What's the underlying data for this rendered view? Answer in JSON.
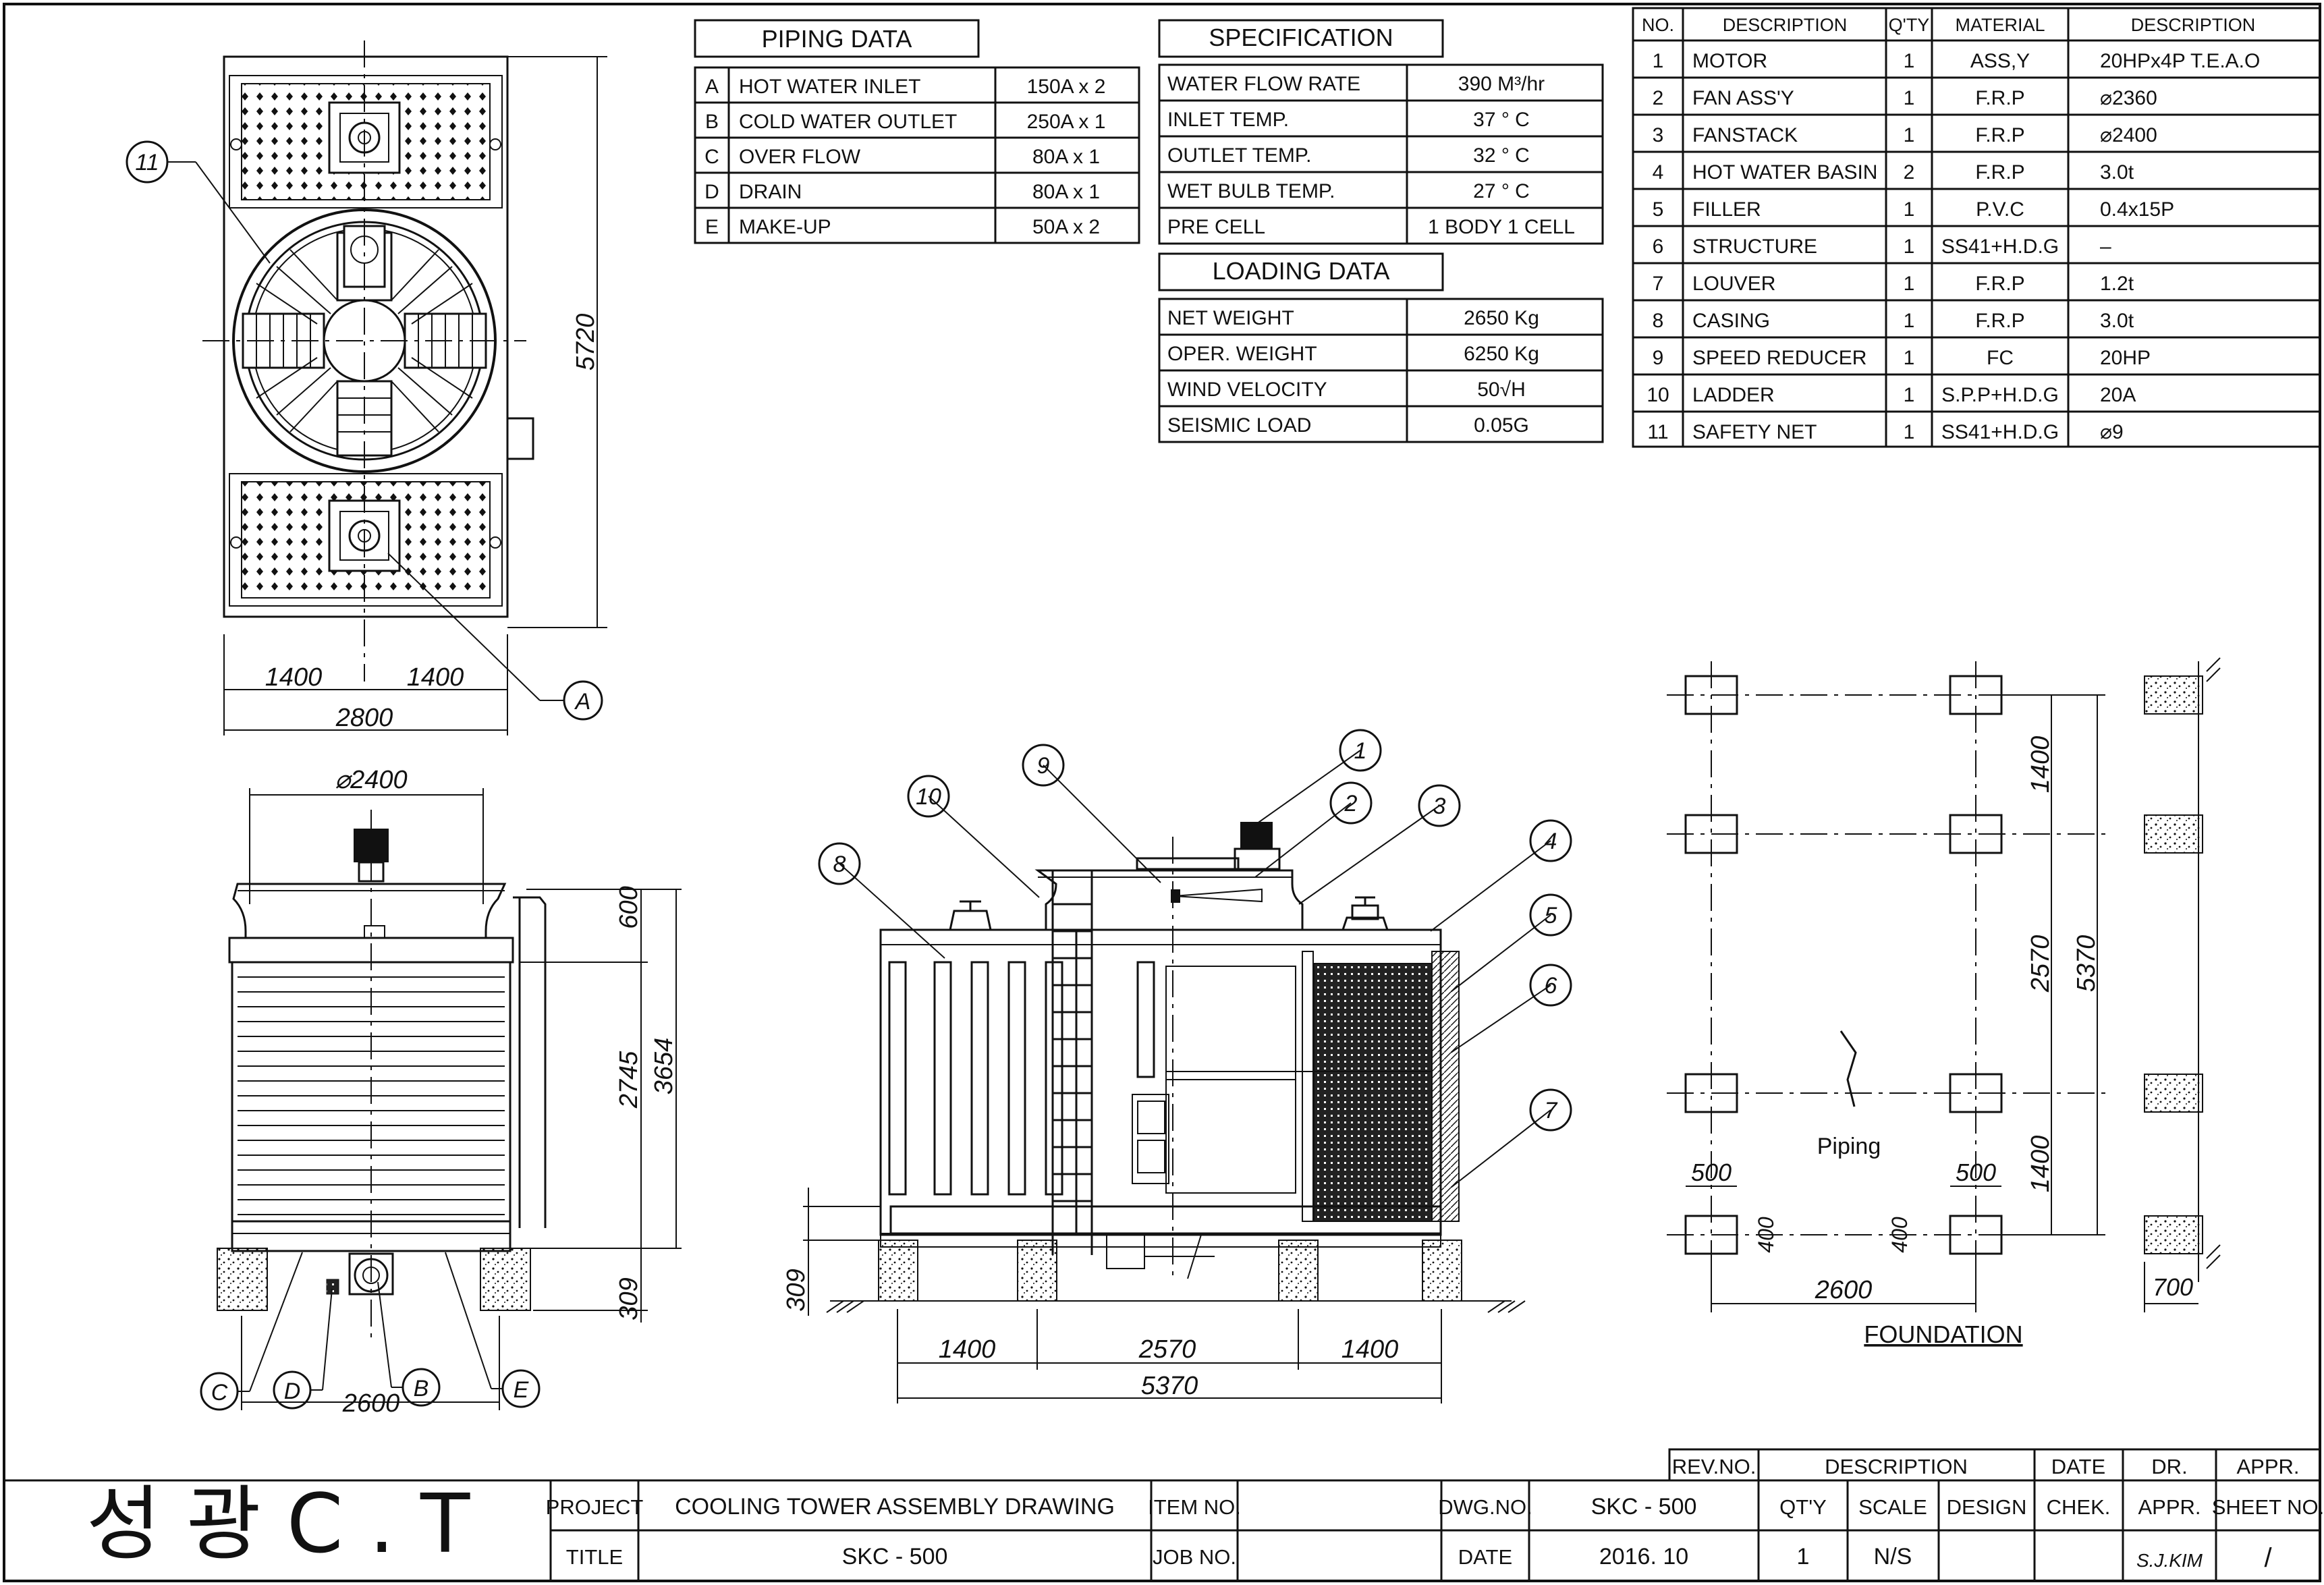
{
  "piping": {
    "title": "PIPING DATA",
    "rows": [
      {
        "code": "A",
        "name": "HOT WATER INLET",
        "size": "150A x 2"
      },
      {
        "code": "B",
        "name": "COLD WATER OUTLET",
        "size": "250A x 1"
      },
      {
        "code": "C",
        "name": "OVER FLOW",
        "size": "80A x 1"
      },
      {
        "code": "D",
        "name": "DRAIN",
        "size": "80A x 1"
      },
      {
        "code": "E",
        "name": "MAKE-UP",
        "size": "50A x 2"
      }
    ]
  },
  "specification": {
    "title": "SPECIFICATION",
    "rows": [
      {
        "name": "WATER FLOW RATE",
        "value": "390  M³/hr"
      },
      {
        "name": "INLET TEMP.",
        "value": "37   °  C"
      },
      {
        "name": "OUTLET TEMP.",
        "value": "32   °  C"
      },
      {
        "name": "WET BULB TEMP.",
        "value": "27   °  C"
      },
      {
        "name": "PRE CELL",
        "value": "1 BODY 1 CELL"
      }
    ]
  },
  "loading": {
    "title": "LOADING DATA",
    "rows": [
      {
        "name": "NET WEIGHT",
        "value": "2650    Kg"
      },
      {
        "name": "OPER. WEIGHT",
        "value": "6250    Kg"
      },
      {
        "name": "WIND VELOCITY",
        "value": "50√H"
      },
      {
        "name": "SEISMIC LOAD",
        "value": "0.05G"
      }
    ]
  },
  "parts": {
    "headers": [
      "NO.",
      "DESCRIPTION",
      "Q'TY",
      "MATERIAL",
      "DESCRIPTION"
    ],
    "rows": [
      [
        "1",
        "MOTOR",
        "1",
        "ASS,Y",
        "20HPx4P  T.E.A.O"
      ],
      [
        "2",
        "FAN ASS'Y",
        "1",
        "F.R.P",
        "⌀2360"
      ],
      [
        "3",
        "FANSTACK",
        "1",
        "F.R.P",
        "⌀2400"
      ],
      [
        "4",
        "HOT WATER BASIN",
        "2",
        "F.R.P",
        "3.0t"
      ],
      [
        "5",
        "FILLER",
        "1",
        "P.V.C",
        "0.4x15P"
      ],
      [
        "6",
        "STRUCTURE",
        "1",
        "SS41+H.D.G",
        "–"
      ],
      [
        "7",
        "LOUVER",
        "1",
        "F.R.P",
        "1.2t"
      ],
      [
        "8",
        "CASING",
        "1",
        "F.R.P",
        "3.0t"
      ],
      [
        "9",
        "SPEED REDUCER",
        "1",
        "FC",
        "20HP"
      ],
      [
        "10",
        "LADDER",
        "1",
        "S.P.P+H.D.G",
        "20A"
      ],
      [
        "11",
        "SAFETY NET",
        "1",
        "SS41+H.D.G",
        "⌀9"
      ]
    ]
  },
  "plan_dims": {
    "d1400a": "1400",
    "d1400b": "1400",
    "d2800": "2800",
    "d5720": "5720",
    "callout_a": "A",
    "callout_11": "11"
  },
  "side_dims": {
    "d2400": "⌀2400",
    "d600": "600",
    "d2745": "2745",
    "d3654": "3654",
    "d309": "309",
    "d2600": "2600",
    "c": "C",
    "d": "D",
    "b": "B",
    "e": "E"
  },
  "front_dims": {
    "d309": "309",
    "d1400a": "1400",
    "d2570": "2570",
    "d1400b": "1400",
    "d5370": "5370",
    "callouts": [
      "1",
      "2",
      "3",
      "4",
      "5",
      "6",
      "7",
      "8",
      "9",
      "10"
    ]
  },
  "foundation": {
    "title": "FOUNDATION",
    "piping": "Piping",
    "d1400a": "1400",
    "d2570": "2570",
    "d5370": "5370",
    "d1400b": "1400",
    "d500a": "500",
    "d500b": "500",
    "d400a": "400",
    "d400b": "400",
    "d2600": "2600",
    "d700": "700"
  },
  "titleblock": {
    "company": "성 광  C . T",
    "project_label": "PROJECT",
    "project": "COOLING TOWER ASSEMBLY DRAWING",
    "title_label": "TITLE",
    "title": "SKC - 500",
    "item_label": "ITEM NO.",
    "job_label": "JOB NO.",
    "dwg_label": "DWG.NO.",
    "dwg": "SKC - 500",
    "date_label": "DATE",
    "date": "2016. 10",
    "rev_label": "REV.NO.",
    "desc_label": "DESCRIPTION",
    "date_h": "DATE",
    "dr_label": "DR.",
    "appr_h": "APPR.",
    "qty_label": "QT'Y",
    "qty": "1",
    "scale_label": "SCALE",
    "scale": "N/S",
    "design_label": "DESIGN",
    "chek_label": "CHEK.",
    "appr_label": "APPR.",
    "sheet_label": "SHEET NO.",
    "appr_name": "S.J.KIM",
    "sheet": "/"
  }
}
